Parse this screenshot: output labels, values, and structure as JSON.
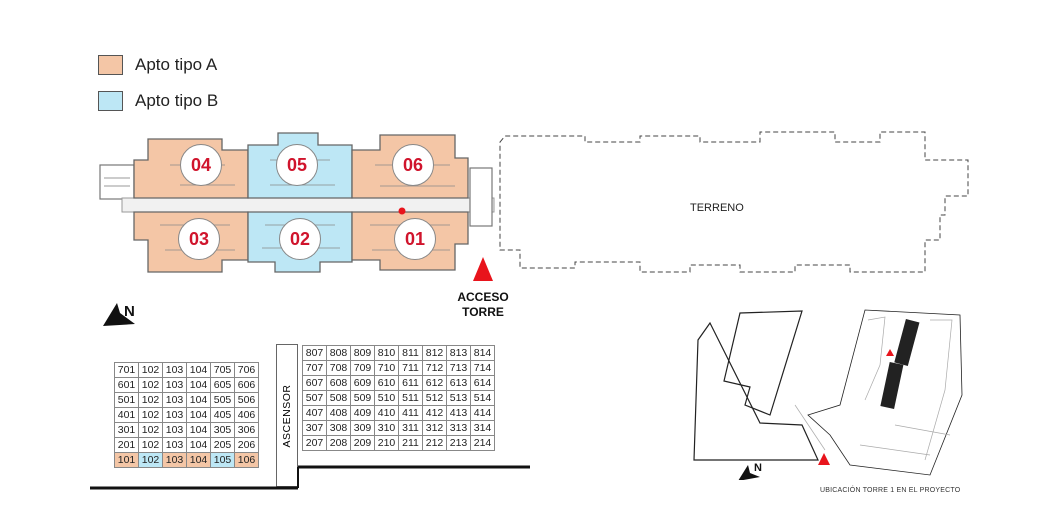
{
  "legend": [
    {
      "label": "Apto tipo A",
      "color": "#f4c6a6"
    },
    {
      "label": "Apto tipo B",
      "color": "#bde7f5"
    }
  ],
  "colors": {
    "tipo_a": "#f4c6a6",
    "tipo_b": "#bde7f5",
    "accent_red": "#e8141c",
    "number_red": "#d0142c"
  },
  "plan": {
    "units": [
      "04",
      "05",
      "06",
      "03",
      "02",
      "01"
    ],
    "terreno": "TERRENO",
    "acceso": [
      "ACCESO",
      "TORRE"
    ],
    "north": "N"
  },
  "table_left": {
    "rows": [
      [
        "701",
        "102",
        "103",
        "104",
        "705",
        "706"
      ],
      [
        "601",
        "102",
        "103",
        "104",
        "605",
        "606"
      ],
      [
        "501",
        "102",
        "103",
        "104",
        "505",
        "506"
      ],
      [
        "401",
        "102",
        "103",
        "104",
        "405",
        "406"
      ],
      [
        "301",
        "102",
        "103",
        "104",
        "305",
        "306"
      ],
      [
        "201",
        "102",
        "103",
        "104",
        "205",
        "206"
      ],
      [
        "101",
        "102",
        "103",
        "104",
        "105",
        "106"
      ]
    ],
    "bottom_row_types": [
      "A",
      "B",
      "A",
      "A",
      "B",
      "A"
    ]
  },
  "ascensor": "ASCENSOR",
  "table_right": {
    "rows": [
      [
        "807",
        "808",
        "809",
        "810",
        "811",
        "812",
        "813",
        "814"
      ],
      [
        "707",
        "708",
        "709",
        "710",
        "711",
        "712",
        "713",
        "714"
      ],
      [
        "607",
        "608",
        "609",
        "610",
        "611",
        "612",
        "613",
        "614"
      ],
      [
        "507",
        "508",
        "509",
        "510",
        "511",
        "512",
        "513",
        "514"
      ],
      [
        "407",
        "408",
        "409",
        "410",
        "411",
        "412",
        "413",
        "414"
      ],
      [
        "307",
        "308",
        "309",
        "310",
        "311",
        "312",
        "313",
        "314"
      ],
      [
        "207",
        "208",
        "209",
        "210",
        "211",
        "212",
        "213",
        "214"
      ]
    ]
  },
  "site": {
    "north": "N",
    "caption": "UBICACIÓN TORRE 1 EN EL PROYECTO"
  }
}
